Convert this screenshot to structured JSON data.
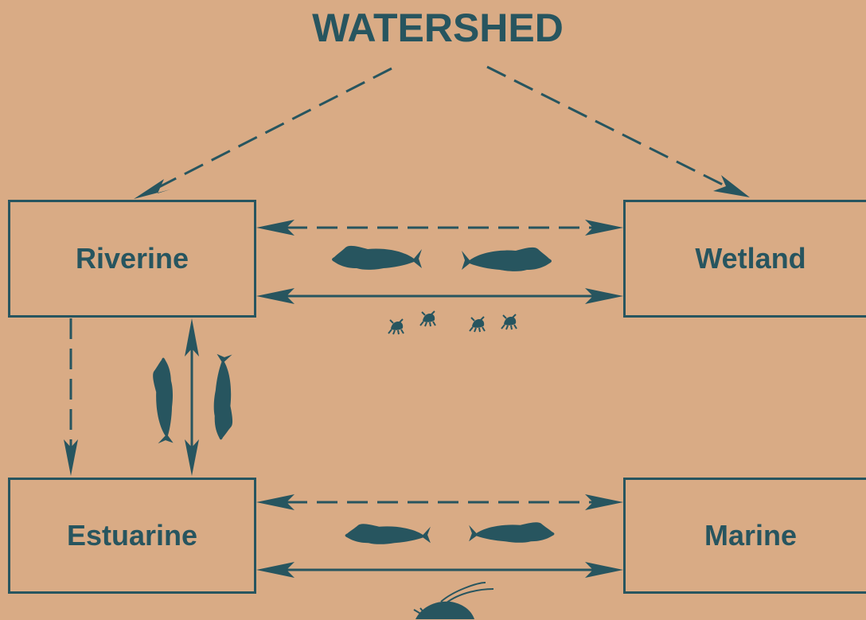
{
  "title": "WATERSHED",
  "boxes": {
    "riverine": "Riverine",
    "wetland": "Wetland",
    "estuarine": "Estuarine",
    "marine": "Marine"
  },
  "colors": {
    "background": "#d9ab85",
    "ink": "#27555f"
  },
  "icons": [
    "fish-icon",
    "insect-icon",
    "shrimp-icon"
  ]
}
